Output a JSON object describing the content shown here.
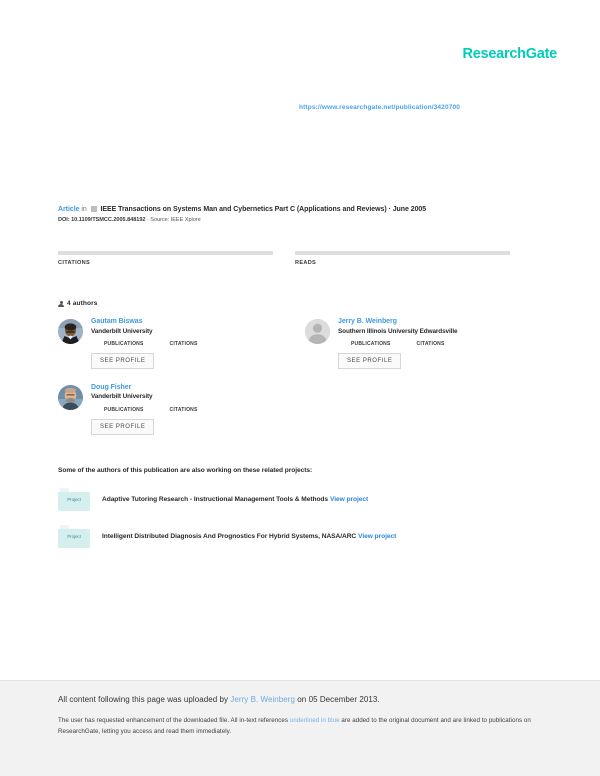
{
  "brand": {
    "logo_text": "ResearchGate",
    "logo_color": "#00ccbb",
    "link_color": "#3f9ae0"
  },
  "header": {
    "publication_url": "https://www.researchgate.net/publication/3420700"
  },
  "article": {
    "type_label": "Article",
    "in_word": "in",
    "journal": "IEEE Transactions on Systems Man and Cybernetics Part C (Applications and Reviews)",
    "separator": "·",
    "date": "June 2005",
    "doi_label": "DOI:",
    "doi_value": "10.1109/TSMCC.2005.848192",
    "source_label": "· Source: IEEE Xplore"
  },
  "stats": [
    {
      "label": "CITATIONS",
      "value": ""
    },
    {
      "label": "READS",
      "value": ""
    }
  ],
  "authors_section": {
    "heading": "4 authors",
    "authors": [
      {
        "name": "Gautam Biswas",
        "affiliation": "Vanderbilt University",
        "stats": [
          {
            "value": "",
            "label": "PUBLICATIONS"
          },
          {
            "value": "",
            "label": "CITATIONS"
          }
        ],
        "profile_button": "SEE PROFILE",
        "avatar_type": "photo-male-dark"
      },
      {
        "name": "Jerry B. Weinberg",
        "affiliation": "Southern Illinois University Edwardsville",
        "stats": [
          {
            "value": "",
            "label": "PUBLICATIONS"
          },
          {
            "value": "",
            "label": "CITATIONS"
          }
        ],
        "profile_button": "SEE PROFILE",
        "avatar_type": "placeholder"
      },
      {
        "name": "Doug Fisher",
        "affiliation": "Vanderbilt University",
        "stats": [
          {
            "value": "",
            "label": "PUBLICATIONS"
          },
          {
            "value": "",
            "label": "CITATIONS"
          }
        ],
        "profile_button": "SEE PROFILE",
        "avatar_type": "photo-male-light"
      }
    ]
  },
  "projects_section": {
    "heading": "Some of the authors of this publication are also working on these related projects:",
    "icon_label": "Project",
    "view_link_label": "View project",
    "projects": [
      {
        "title": "Adaptive Tutoring Research - Instructional Management Tools & Methods"
      },
      {
        "title": "Intelligent Distributed Diagnosis And Prognostics For Hybrid Systems, NASA/ARC"
      }
    ]
  },
  "footer": {
    "upload_prefix": "All content following this page was uploaded by ",
    "uploader": "Jerry B. Weinberg",
    "upload_suffix": " on 05 December 2013.",
    "note_part1": "The user has requested enhancement of the downloaded file. All in-text references ",
    "note_link": "underlined in blue",
    "note_part2": " are added to the original document and are linked to publications on ResearchGate, letting you access and read them immediately."
  }
}
